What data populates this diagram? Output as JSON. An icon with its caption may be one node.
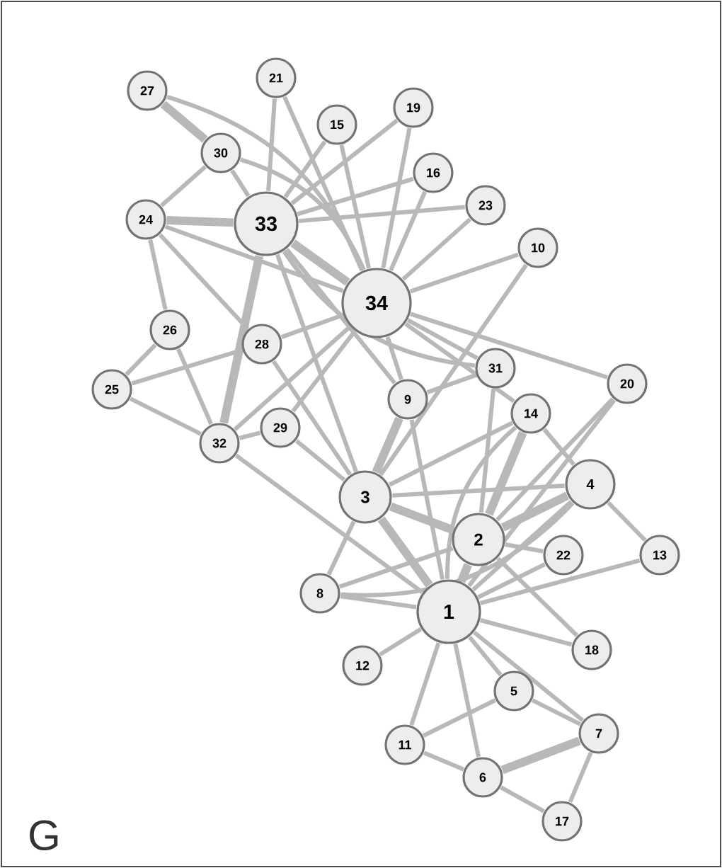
{
  "diagram": {
    "nodes": [
      {
        "text": [
          "1"
        ]
      },
      {
        "text": [
          "2"
        ]
      },
      {
        "text": [
          "3"
        ]
      },
      {
        "text": [
          "4"
        ]
      },
      {
        "text": [
          "5"
        ]
      },
      {
        "text": [
          "6"
        ]
      },
      {
        "text": [
          "7"
        ]
      },
      {
        "text": [
          "8"
        ]
      },
      {
        "text": [
          "9"
        ]
      },
      {
        "text": [
          "10"
        ]
      },
      {
        "text": [
          "11"
        ]
      },
      {
        "text": [
          "12"
        ]
      },
      {
        "text": [
          "13"
        ]
      },
      {
        "text": [
          "14"
        ]
      },
      {
        "text": [
          "15"
        ]
      },
      {
        "text": [
          "16"
        ]
      },
      {
        "text": [
          "17"
        ]
      },
      {
        "text": [
          "18"
        ]
      },
      {
        "text": [
          "19"
        ]
      },
      {
        "text": [
          "20"
        ]
      },
      {
        "text": [
          "21"
        ]
      },
      {
        "text": [
          "22"
        ]
      },
      {
        "text": [
          "23"
        ]
      },
      {
        "text": [
          "24"
        ]
      },
      {
        "text": [
          "25"
        ]
      },
      {
        "text": [
          "26"
        ]
      },
      {
        "text": [
          "27"
        ]
      },
      {
        "text": [
          "28"
        ]
      },
      {
        "text": [
          "29"
        ]
      },
      {
        "text": [
          "30"
        ]
      },
      {
        "text": [
          "31"
        ]
      },
      {
        "text": [
          "32"
        ]
      },
      {
        "text": [
          "33"
        ]
      },
      {
        "text": [
          "34"
        ]
      }
    ],
    "edges": [
      {
        "from": 0,
        "to": 1,
        "arrow": "none",
        "style": "thick"
      },
      {
        "from": 0,
        "to": 2,
        "arrow": "none",
        "style": "thick"
      },
      {
        "from": 0,
        "to": 3,
        "arrow": "none"
      },
      {
        "from": 0,
        "to": 4,
        "arrow": "none"
      },
      {
        "from": 0,
        "to": 5,
        "arrow": "none"
      },
      {
        "from": 0,
        "to": 6,
        "arrow": "none"
      },
      {
        "from": 0,
        "to": 7,
        "arrow": "none"
      },
      {
        "from": 0,
        "to": 8,
        "arrow": "none"
      },
      {
        "from": 0,
        "to": 10,
        "arrow": "none"
      },
      {
        "from": 0,
        "to": 11,
        "arrow": "none"
      },
      {
        "from": 0,
        "to": 12,
        "arrow": "none"
      },
      {
        "from": 0,
        "to": 13,
        "arrow": "none"
      },
      {
        "from": 0,
        "to": 17,
        "arrow": "none"
      },
      {
        "from": 0,
        "to": 19,
        "arrow": "none"
      },
      {
        "from": 0,
        "to": 21,
        "arrow": "none"
      },
      {
        "from": 0,
        "to": 31,
        "arrow": "none"
      },
      {
        "from": 1,
        "to": 2,
        "arrow": "none",
        "style": "thick"
      },
      {
        "from": 1,
        "to": 3,
        "arrow": "none",
        "style": "thick"
      },
      {
        "from": 1,
        "to": 7,
        "arrow": "none"
      },
      {
        "from": 1,
        "to": 13,
        "arrow": "none",
        "style": "thick"
      },
      {
        "from": 1,
        "to": 17,
        "arrow": "none"
      },
      {
        "from": 1,
        "to": 19,
        "arrow": "none"
      },
      {
        "from": 1,
        "to": 21,
        "arrow": "none"
      },
      {
        "from": 1,
        "to": 30,
        "arrow": "none"
      },
      {
        "from": 2,
        "to": 3,
        "arrow": "none"
      },
      {
        "from": 2,
        "to": 7,
        "arrow": "none"
      },
      {
        "from": 2,
        "to": 8,
        "arrow": "none",
        "style": "thick"
      },
      {
        "from": 2,
        "to": 9,
        "arrow": "none"
      },
      {
        "from": 2,
        "to": 13,
        "arrow": "none"
      },
      {
        "from": 2,
        "to": 27,
        "arrow": "none"
      },
      {
        "from": 2,
        "to": 28,
        "arrow": "none"
      },
      {
        "from": 2,
        "to": 32,
        "arrow": "none"
      },
      {
        "from": 3,
        "to": 7,
        "arrow": "none"
      },
      {
        "from": 3,
        "to": 12,
        "arrow": "none"
      },
      {
        "from": 3,
        "to": 13,
        "arrow": "none"
      },
      {
        "from": 4,
        "to": 6,
        "arrow": "none"
      },
      {
        "from": 4,
        "to": 10,
        "arrow": "none"
      },
      {
        "from": 5,
        "to": 6,
        "arrow": "none",
        "style": "thick"
      },
      {
        "from": 5,
        "to": 10,
        "arrow": "none"
      },
      {
        "from": 5,
        "to": 16,
        "arrow": "none"
      },
      {
        "from": 6,
        "to": 16,
        "arrow": "none"
      },
      {
        "from": 8,
        "to": 30,
        "arrow": "none"
      },
      {
        "from": 8,
        "to": 32,
        "arrow": "none"
      },
      {
        "from": 8,
        "to": 33,
        "arrow": "none"
      },
      {
        "from": 9,
        "to": 33,
        "arrow": "none"
      },
      {
        "from": 13,
        "to": 33,
        "arrow": "none"
      },
      {
        "from": 14,
        "to": 32,
        "arrow": "none"
      },
      {
        "from": 14,
        "to": 33,
        "arrow": "none"
      },
      {
        "from": 15,
        "to": 32,
        "arrow": "none"
      },
      {
        "from": 15,
        "to": 33,
        "arrow": "none"
      },
      {
        "from": 18,
        "to": 32,
        "arrow": "none"
      },
      {
        "from": 18,
        "to": 33,
        "arrow": "none"
      },
      {
        "from": 19,
        "to": 33,
        "arrow": "none"
      },
      {
        "from": 20,
        "to": 32,
        "arrow": "none"
      },
      {
        "from": 20,
        "to": 33,
        "arrow": "none"
      },
      {
        "from": 22,
        "to": 32,
        "arrow": "none"
      },
      {
        "from": 22,
        "to": 33,
        "arrow": "none"
      },
      {
        "from": 23,
        "to": 25,
        "arrow": "none"
      },
      {
        "from": 23,
        "to": 27,
        "arrow": "none"
      },
      {
        "from": 23,
        "to": 29,
        "arrow": "none"
      },
      {
        "from": 23,
        "to": 32,
        "arrow": "none",
        "style": "thick"
      },
      {
        "from": 23,
        "to": 33,
        "arrow": "none"
      },
      {
        "from": 24,
        "to": 25,
        "arrow": "none"
      },
      {
        "from": 24,
        "to": 27,
        "arrow": "none"
      },
      {
        "from": 24,
        "to": 31,
        "arrow": "none"
      },
      {
        "from": 25,
        "to": 31,
        "arrow": "none"
      },
      {
        "from": 26,
        "to": 29,
        "arrow": "none",
        "style": "thick"
      },
      {
        "from": 26,
        "to": 33,
        "arrow": "none"
      },
      {
        "from": 27,
        "to": 33,
        "arrow": "none"
      },
      {
        "from": 28,
        "to": 31,
        "arrow": "none"
      },
      {
        "from": 28,
        "to": 33,
        "arrow": "none"
      },
      {
        "from": 29,
        "to": 32,
        "arrow": "none"
      },
      {
        "from": 29,
        "to": 33,
        "arrow": "none"
      },
      {
        "from": 30,
        "to": 32,
        "arrow": "none"
      },
      {
        "from": 30,
        "to": 33,
        "arrow": "none"
      },
      {
        "from": 31,
        "to": 32,
        "arrow": "none",
        "style": "thick"
      },
      {
        "from": 31,
        "to": 33,
        "arrow": "none"
      },
      {
        "from": 32,
        "to": 33,
        "arrow": "none",
        "style": "thick"
      }
    ],
    "labels": [
      "G"
    ]
  }
}
